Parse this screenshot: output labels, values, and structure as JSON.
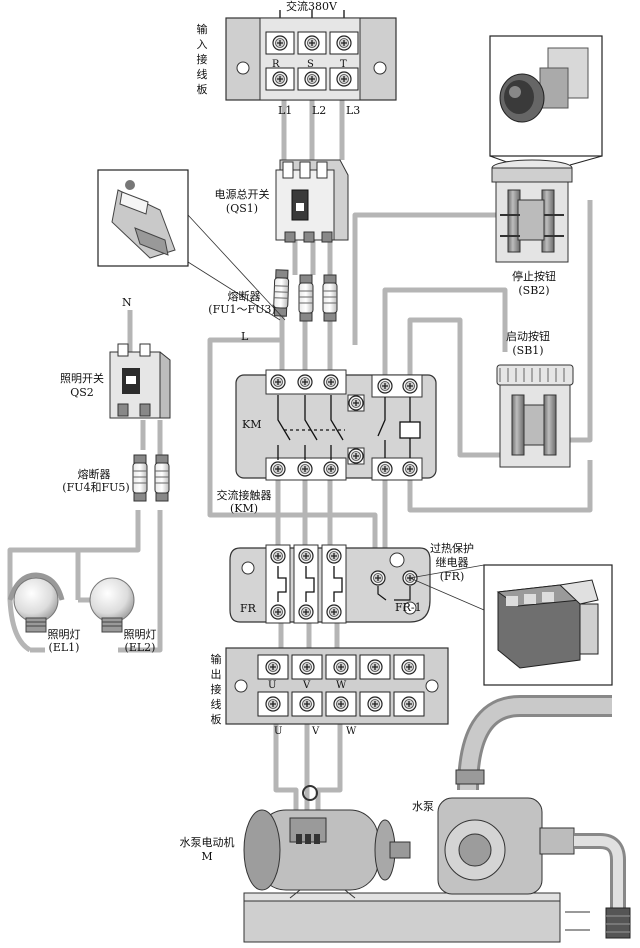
{
  "supply": {
    "label": "交流380V"
  },
  "input_board": {
    "label": "输入接线板",
    "phases": [
      "R",
      "S",
      "T"
    ],
    "lines": [
      "L1",
      "L2",
      "L3"
    ]
  },
  "main_switch": {
    "name": "电源总开关",
    "code": "(QS1)"
  },
  "fuse_main": {
    "name": "熔断器",
    "code": "(FU1～FU3)"
  },
  "neutral": {
    "label": "N"
  },
  "live": {
    "label": "L"
  },
  "lighting_switch": {
    "name": "照明开关",
    "code": "QS2"
  },
  "fuse_light": {
    "name": "熔断器",
    "code": "(FU4和FU5)"
  },
  "lamps": [
    {
      "name": "照明灯",
      "code": "(EL1)"
    },
    {
      "name": "照明灯",
      "code": "(EL2)"
    }
  ],
  "stop_button": {
    "name": "停止按钮",
    "code": "(SB2)"
  },
  "start_button": {
    "name": "启动按钮",
    "code": "(SB1)"
  },
  "contactor": {
    "name": "交流接触器",
    "code": "(KM)",
    "tag": "KM"
  },
  "thermal_relay": {
    "name_line1": "过热保护",
    "name_line2": "继电器",
    "code": "(FR)",
    "tag": "FR",
    "contact": "FR-1"
  },
  "output_board": {
    "label": "输出接线板",
    "phases": [
      "U",
      "V",
      "W"
    ]
  },
  "pump": {
    "label": "水泵"
  },
  "motor": {
    "name": "水泵电动机",
    "code": "M"
  },
  "colors": {
    "wire": "#b5b5b5",
    "panel": "#d2d2d2",
    "metal": "#9a9a9a",
    "dark": "#3a3a3a"
  }
}
